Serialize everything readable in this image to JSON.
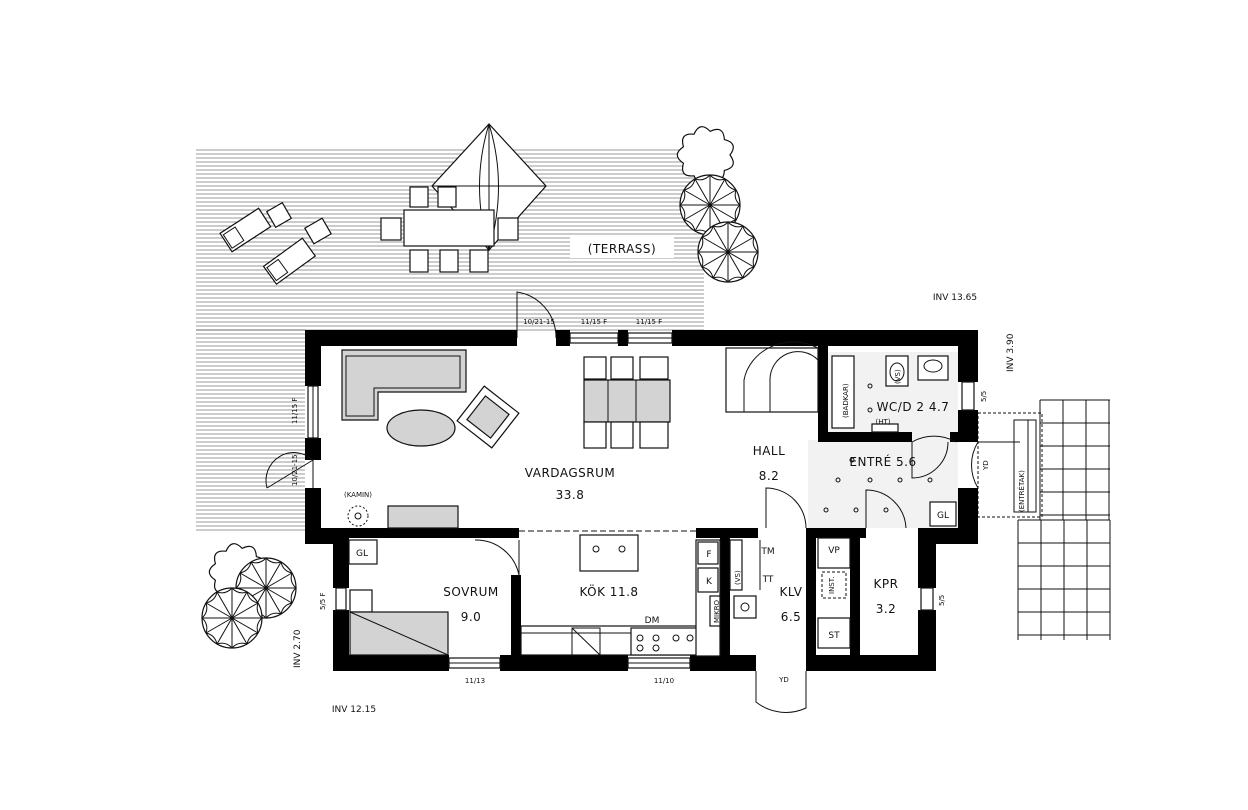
{
  "terrace": {
    "label": "(TERRASS)",
    "kamin": "(KAMIN)"
  },
  "rooms": {
    "vardagsrum_name": "VARDAGSRUM",
    "vardagsrum_area": "33.8",
    "hall_name": "HALL",
    "hall_area": "8.2",
    "wc_label": "WC/D 2 4.7",
    "entre_label": "ENTRÉ 5.6",
    "sovrum_name": "SOVRUM",
    "sovrum_area": "9.0",
    "kok_label": "KÖK 11.8",
    "klv_name": "KLV",
    "klv_area": "6.5",
    "kpr_name": "KPR",
    "kpr_area": "3.2"
  },
  "fixtures": {
    "gl_sovrum": "GL",
    "gl_entre": "GL",
    "f": "F",
    "k": "K",
    "mikro": "MIKRO",
    "dm": "DM",
    "tm": "TM",
    "tt": "TT",
    "vs_klv": "(VS)",
    "vp": "VP",
    "inst": "INST.",
    "st": "ST",
    "badkar": "(BADKAR)",
    "vs_wc": "(VS)",
    "ht": "(HT)",
    "yd_entre": "YD",
    "yd_bottom": "YD",
    "entretak": "(ENTRÉTAK)"
  },
  "openings": {
    "top_door": "10/21-15",
    "top_win1": "11/15 F",
    "top_win2": "11/15 F",
    "left_win": "11/15 F",
    "left_door": "10/21-15",
    "sovrum_win": "5/5 F",
    "bottom_win1": "11/13",
    "bottom_win2": "11/10",
    "right_win1": "5/5",
    "right_win2": "5/5"
  },
  "elevations": {
    "inv_1365": "INV 13.65",
    "inv_390": "INV 3.90",
    "inv_270": "INV 2.70",
    "inv_1215": "INV 12.15"
  }
}
